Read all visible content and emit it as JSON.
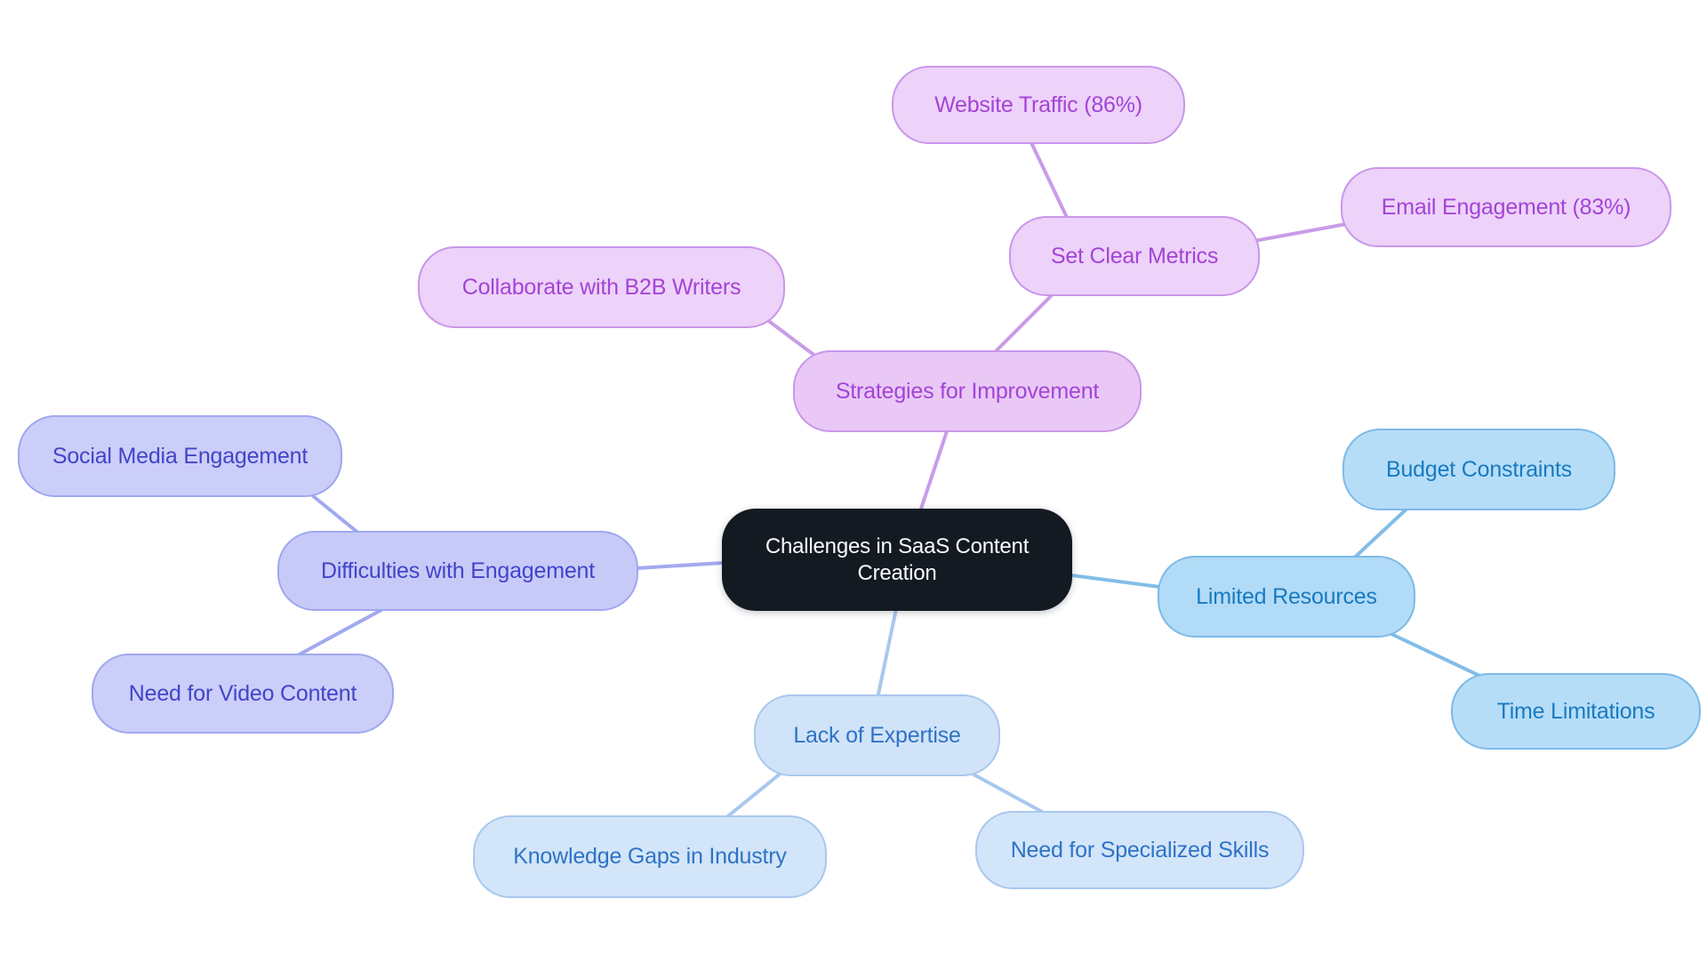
{
  "diagram": {
    "type": "mindmap",
    "title": "Challenges in SaaS Content Creation"
  },
  "nodes": {
    "central": {
      "label": "Challenges in SaaS Content Creation"
    },
    "strategies": {
      "label": "Strategies for Improvement"
    },
    "collaborate": {
      "label": "Collaborate with B2B Writers"
    },
    "set_metrics": {
      "label": "Set Clear Metrics"
    },
    "website_traffic": {
      "label": "Website Traffic (86%)"
    },
    "email_engagement": {
      "label": "Email Engagement (83%)"
    },
    "difficulties": {
      "label": "Difficulties with Engagement"
    },
    "social_media": {
      "label": "Social Media Engagement"
    },
    "video_content": {
      "label": "Need for Video Content"
    },
    "limited_resources": {
      "label": "Limited Resources"
    },
    "budget_constraints": {
      "label": "Budget Constraints"
    },
    "time_limitations": {
      "label": "Time Limitations"
    },
    "lack_expertise": {
      "label": "Lack of Expertise"
    },
    "knowledge_gaps": {
      "label": "Knowledge Gaps in Industry"
    },
    "specialized_skills": {
      "label": "Need for Specialized Skills"
    }
  },
  "metrics": {
    "website_traffic_pct": "86%",
    "email_engagement_pct": "83%"
  },
  "palette": {
    "canvas_bg": "#FFFFFF",
    "central_fill": "#141A22",
    "central_text": "#FAFBFD",
    "purple_fill": "#EDD2F9",
    "purple_fill_parent": "#E9C8F6",
    "purple_border": "#C997EA",
    "purple_text": "#A344D6",
    "purple_edge": "#C99CE8",
    "indigo_fill": "#CBCEF8",
    "indigo_fill_parent": "#C7CAF7",
    "indigo_border": "#A0A7EF",
    "indigo_text": "#4244C9",
    "indigo_edge": "#A3A9EF",
    "blue_fill": "#B6DDF8",
    "blue_fill_parent": "#B2DBF7",
    "blue_border": "#7CBAE7",
    "blue_text": "#187AC0",
    "blue_edge": "#82BDE7",
    "sky_fill": "#D3E5F9",
    "sky_fill_parent": "#D0E3F8",
    "sky_border": "#A8C8EE",
    "sky_text": "#2E73C6",
    "sky_edge": "#A8C8EE"
  }
}
